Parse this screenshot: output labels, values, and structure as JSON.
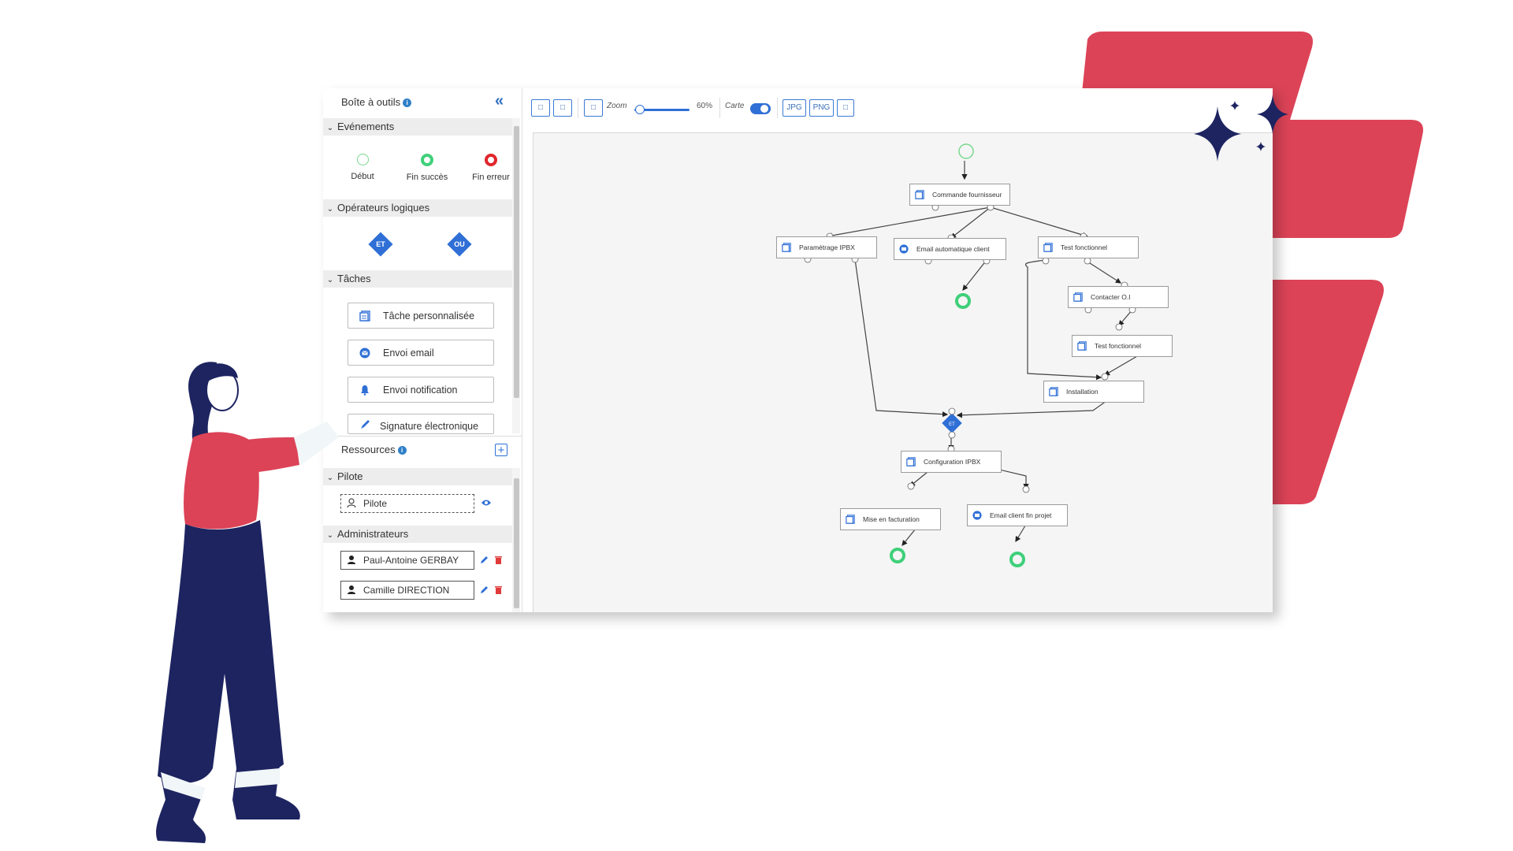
{
  "toolbox": {
    "title": "Boîte à outils",
    "sections": {
      "events": "Evénements",
      "logic": "Opérateurs logiques",
      "tasks": "Tâches",
      "pilot": "Pilote",
      "admins": "Administrateurs"
    },
    "events": [
      {
        "label": "Début",
        "color": "#7bd88f"
      },
      {
        "label": "Fin succès",
        "color": "#3fd07a"
      },
      {
        "label": "Fin erreur",
        "color": "#e0262b"
      }
    ],
    "operators": [
      "ET",
      "OU"
    ],
    "tasks": [
      {
        "label": "Tâche personnalisée",
        "icon": "task-icon"
      },
      {
        "label": "Envoi email",
        "icon": "email-icon"
      },
      {
        "label": "Envoi notification",
        "icon": "bell-icon"
      },
      {
        "label": "Signature électronique",
        "icon": "signature-icon"
      }
    ]
  },
  "resources": {
    "title": "Ressources",
    "pilot": "Pilote",
    "admins": [
      "Paul-Antoine GERBAY",
      "Camille DIRECTION"
    ]
  },
  "toolbar": {
    "zoom_label": "Zoom",
    "zoom_value": "60%",
    "zoom_level": 0.1,
    "map_label": "Carte",
    "map_on": true,
    "export_jpg": "JPG",
    "export_png": "PNG",
    "icon_buttons": [
      "□",
      "□",
      "□",
      "□"
    ]
  },
  "workflow": {
    "operator": "ET",
    "nodes": [
      "Commande fournisseur",
      "Paramétrage IPBX",
      "Email automatique client",
      "Test fonctionnel",
      "Contacter O.I",
      "Test fonctionnel",
      "Installation",
      "Configuration IPBX",
      "Mise en facturation",
      "Email client fin projet"
    ]
  },
  "colors": {
    "accent": "#2f6fd6",
    "brand_red": "#dc4357",
    "navy": "#1d2460",
    "success": "#3fd07a",
    "error": "#e0262b"
  }
}
